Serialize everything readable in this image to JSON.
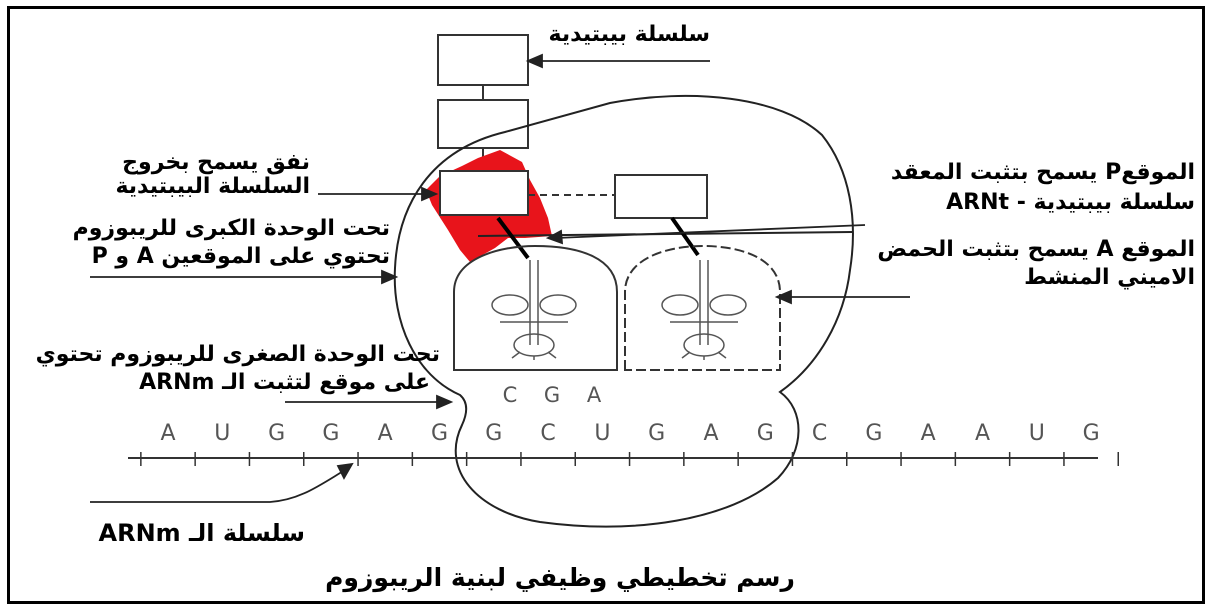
{
  "labels": {
    "peptide_chain": "سلسلة بيبتيدية",
    "tunnel_line1": "نفق يسمح بخروج",
    "tunnel_line2": "السلسلة البيبتيدية",
    "large_subunit_line1": "تحت الوحدة الكبرى للريبوزوم",
    "large_subunit_line2": "تحتوي على الموقعين A و P",
    "small_subunit_line1": "تحت الوحدة الصغرى للريبوزوم تحتوي",
    "small_subunit_line2": "على موقع لتثبت الـ ARNm",
    "p_site_line1": "الموقعP يسمح بتثبت المعقد",
    "p_site_line2": "سلسلة بيبتيدية - ARNt",
    "a_site_line1": "الموقع A يسمح بتثبت الحمض",
    "a_site_line2": "الاميني المنشط",
    "mrna_chain": "سلسلة الـ ARNm",
    "caption": "رسم تخطيطي وظيفي لبنية الريبوزوم"
  },
  "anticodon": [
    "C",
    "G",
    "A"
  ],
  "mrna_bases": [
    "A",
    "U",
    "G",
    "G",
    "A",
    "G",
    "G",
    "C",
    "U",
    "G",
    "A",
    "G",
    "C",
    "G",
    "A",
    "A",
    "U",
    "G"
  ],
  "colors": {
    "tunnel": "#e8141b",
    "ink": "#000000"
  }
}
